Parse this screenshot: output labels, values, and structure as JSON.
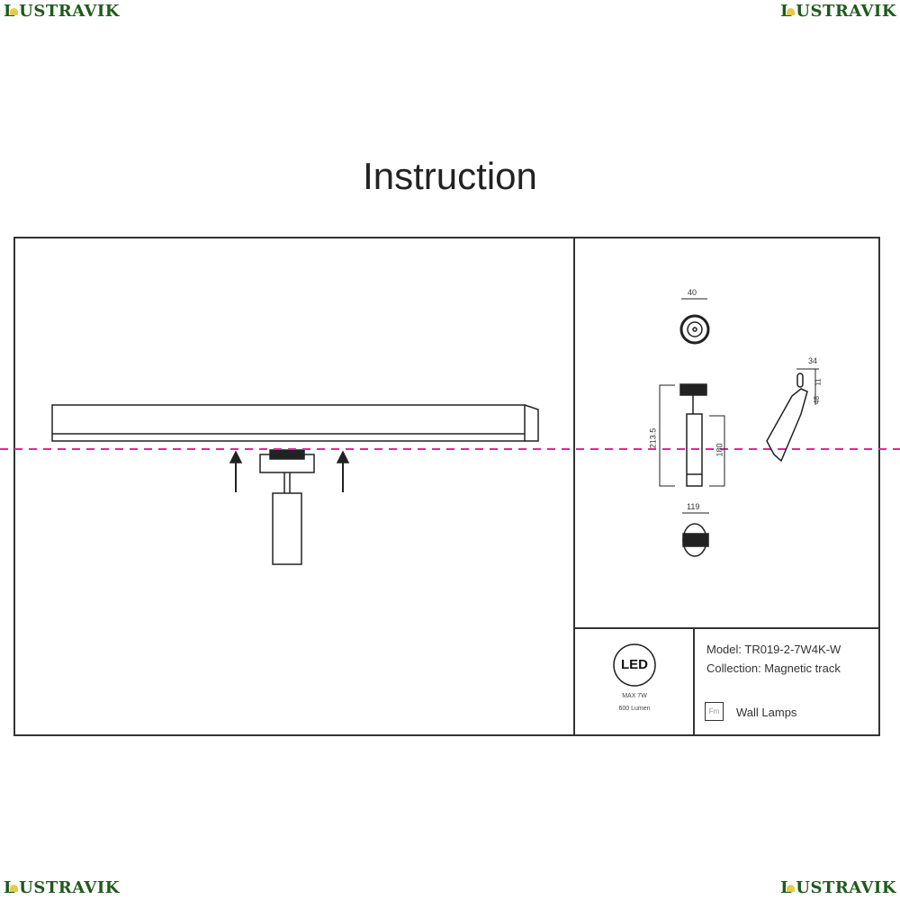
{
  "brand": {
    "logo": "LUSTRAVIK",
    "logo_color": "#1f5a1c",
    "lamp_color": "#e9c94a"
  },
  "title": "Instruction",
  "dimensions": {
    "top_width": "40",
    "side_offset": "34",
    "side_small": "11",
    "side_height": "48",
    "total_height": "213.5",
    "body_height": "180",
    "base_width": "119"
  },
  "led": {
    "icon_label": "LED",
    "max_power": "MAX 7W",
    "lumen": "600 Lumen"
  },
  "info": {
    "model": "Model: TR019-2-7W4K-W",
    "collection": "Collection: Magnetic track",
    "category_icon": "Fm",
    "category": "Wall Lamps"
  },
  "colors": {
    "guide_line": "#e0279a"
  }
}
